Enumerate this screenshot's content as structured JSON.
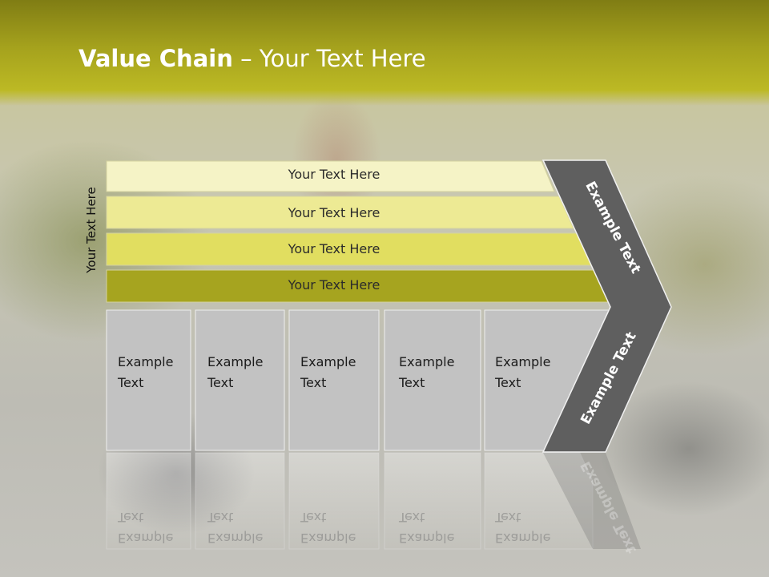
{
  "title": {
    "bold": "Value Chain",
    "rest": " – Your Text Here"
  },
  "side_label": "Your Text Here",
  "rows": [
    {
      "label": "Your Text Here",
      "color": "#f5f3c6"
    },
    {
      "label": "Your Text Here",
      "color": "#edea94"
    },
    {
      "label": "Your Text Here",
      "color": "#e1de60"
    },
    {
      "label": "Your Text Here",
      "color": "#a6a41f"
    }
  ],
  "boxes": [
    {
      "text": "Example\nText"
    },
    {
      "text": "Example\nText"
    },
    {
      "text": "Example\nText"
    },
    {
      "text": "Example\nText"
    },
    {
      "text": "Example\nText"
    }
  ],
  "chevron": {
    "top_text": "Example Text",
    "bottom_text": "Example Text",
    "color": "#5f5f5f"
  },
  "colors": {
    "box_fill": "#c2c2c2",
    "title_band": "#a5a21d"
  }
}
